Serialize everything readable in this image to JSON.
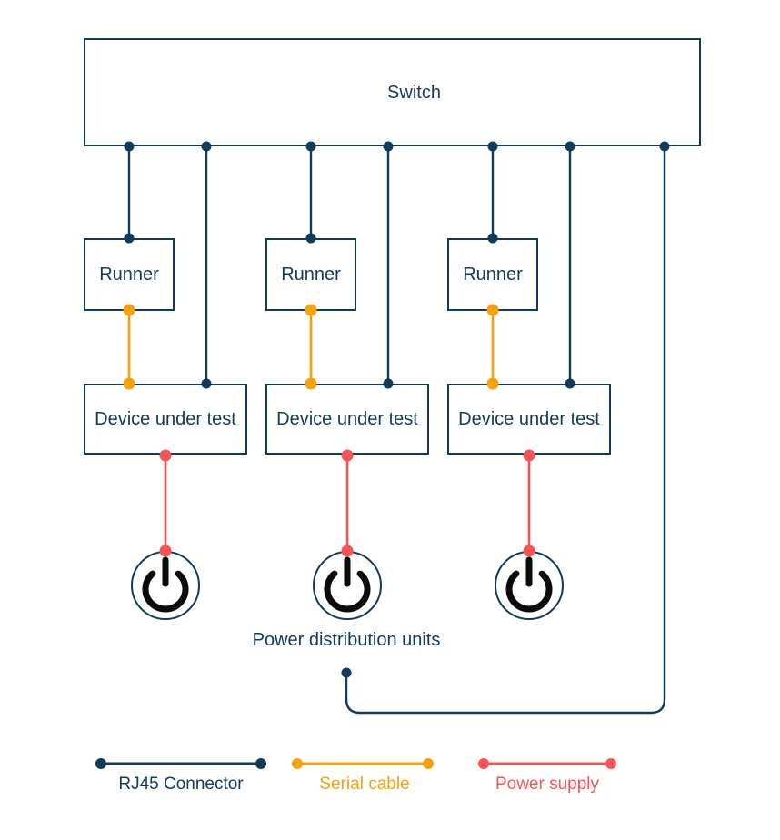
{
  "colors": {
    "navy": "#123A5B",
    "orange": "#F9A109",
    "red": "#F95454",
    "glyph": "#0B0B0B",
    "bg": "#FFFFFF"
  },
  "switch": {
    "label": "Switch"
  },
  "runners": [
    {
      "label": "Runner"
    },
    {
      "label": "Runner"
    },
    {
      "label": "Runner"
    }
  ],
  "devices": [
    {
      "label": "Device under test"
    },
    {
      "label": "Device under test"
    },
    {
      "label": "Device under test"
    }
  ],
  "pdu": {
    "caption": "Power distribution units",
    "unit_count": 3
  },
  "icons": [
    {
      "name": "power-icon",
      "glyph": "⏻"
    }
  ],
  "legend": {
    "items": [
      {
        "label": "RJ45 Connector",
        "color": "#123A5B"
      },
      {
        "label": "Serial cable",
        "color": "#F9A109"
      },
      {
        "label": "Power supply",
        "color": "#F95454"
      }
    ]
  }
}
